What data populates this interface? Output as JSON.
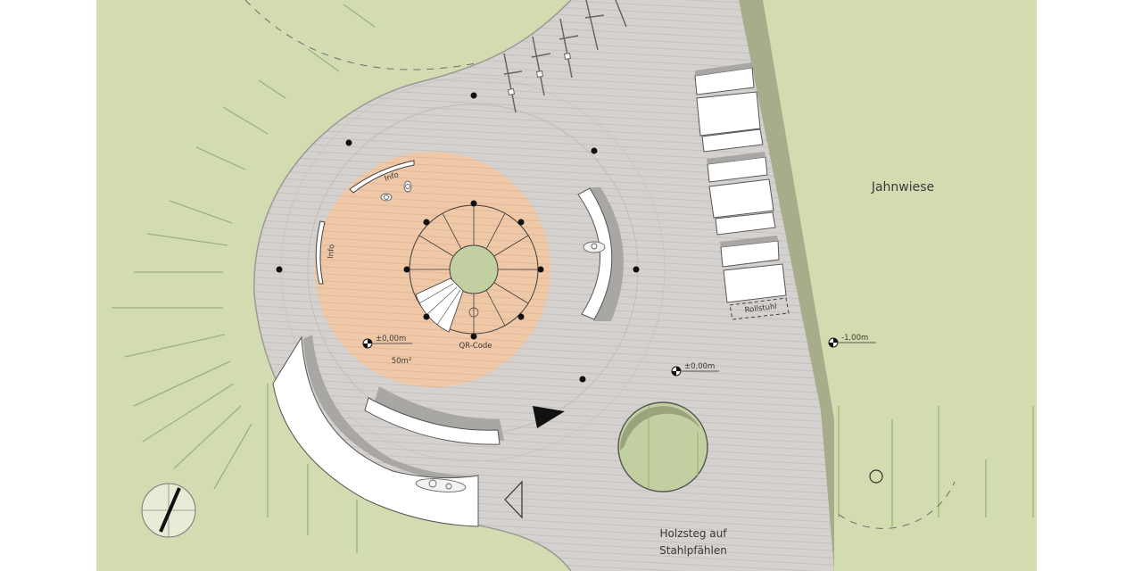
{
  "labels": {
    "jahnwiese": "Jahnwiese",
    "holzsteg_line1": "Holzsteg auf",
    "holzsteg_line2": "Stahlpfählen",
    "info_1": "Info",
    "info_2": "Info",
    "qr_code": "QR-Code",
    "area": "50m²",
    "level_center": "±0,00m",
    "level_deck": "±0,00m",
    "level_meadow": "-1,00m",
    "rollstuhl": "Rollstuhl"
  },
  "colors": {
    "lawn": "#d2dcb0",
    "deck": "#d4d1cf",
    "deck_lines": "#b3b0ae",
    "plaza": "#efc8a8",
    "slope": "#a7ad8b",
    "bench": "#ffffff",
    "bench_shadow": "#a9a7a4",
    "grass_stroke": "#9fb27a"
  },
  "icons": [
    "compass-icon",
    "north-arrow-icon",
    "level-marker-icon",
    "bike-rack-icon",
    "wheelchair-icon",
    "person-icon"
  ]
}
